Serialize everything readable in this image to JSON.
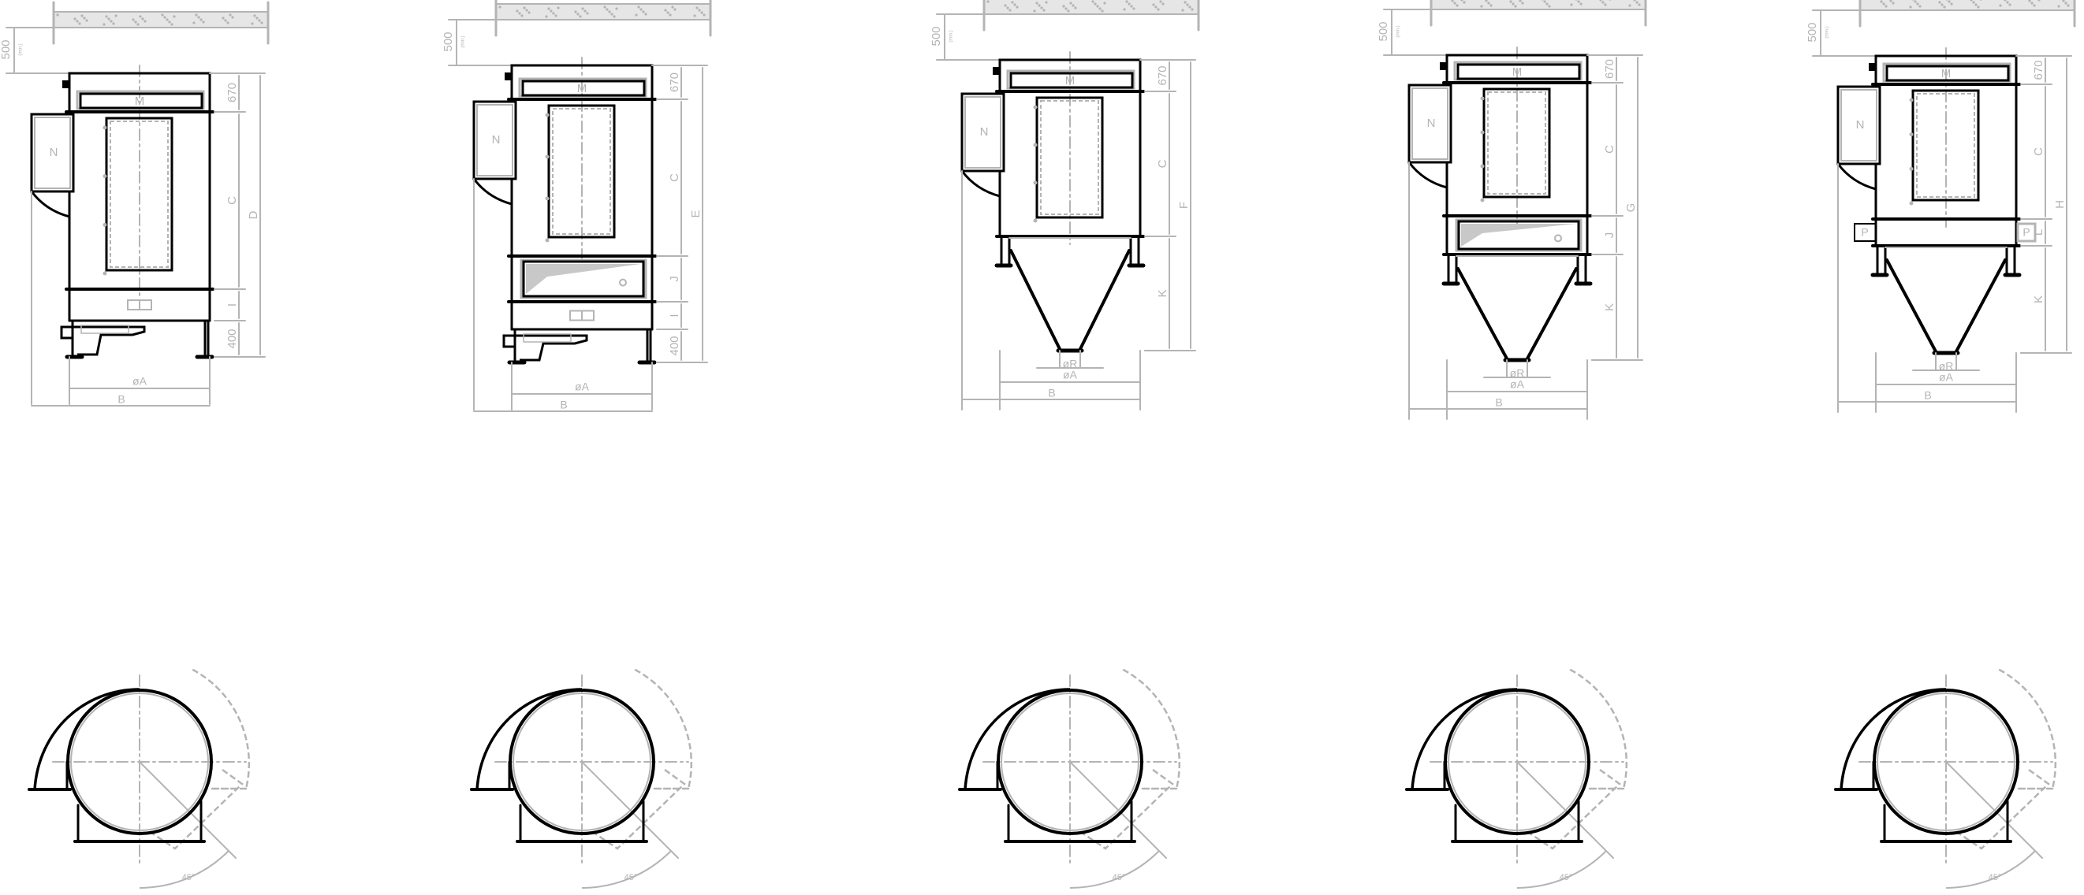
{
  "colors": {
    "line": "#000000",
    "dim": "#b4b4b4",
    "fill": "#c8c8c8"
  },
  "drawings": [
    {
      "variant": "base-with-legs",
      "clearance": "500",
      "clearance_note": "(min.)",
      "M": "M",
      "N": "N",
      "right_dims": [
        "670",
        "C",
        "I",
        "400"
      ],
      "overall": "D",
      "bottom_dims": [
        "øA",
        "B"
      ],
      "angle": "45°"
    },
    {
      "variant": "drawer-with-legs",
      "clearance": "500",
      "clearance_note": "(min.)",
      "M": "M",
      "N": "N",
      "right_dims": [
        "670",
        "C",
        "J",
        "I",
        "400"
      ],
      "overall": "E",
      "bottom_dims": [
        "øA",
        "B"
      ],
      "angle": "45°"
    },
    {
      "variant": "hopper",
      "clearance": "500",
      "clearance_note": "(min.)",
      "M": "M",
      "N": "N",
      "right_dims": [
        "670",
        "C",
        "K"
      ],
      "overall": "F",
      "bottom_dims": [
        "øR",
        "øA",
        "B"
      ],
      "angle": "45°"
    },
    {
      "variant": "drawer-hopper",
      "clearance": "500",
      "clearance_note": "(min.)",
      "M": "M",
      "N": "N",
      "right_dims": [
        "670",
        "C",
        "J",
        "K"
      ],
      "overall": "G",
      "bottom_dims": [
        "øR",
        "øA",
        "B"
      ],
      "angle": "45°"
    },
    {
      "variant": "ports-hopper",
      "clearance": "500",
      "clearance_note": "(min.)",
      "M": "M",
      "N": "N",
      "P": "P",
      "right_dims": [
        "670",
        "C",
        "L",
        "K"
      ],
      "overall": "H",
      "bottom_dims": [
        "øR",
        "øA",
        "B"
      ],
      "angle": "45°"
    }
  ]
}
